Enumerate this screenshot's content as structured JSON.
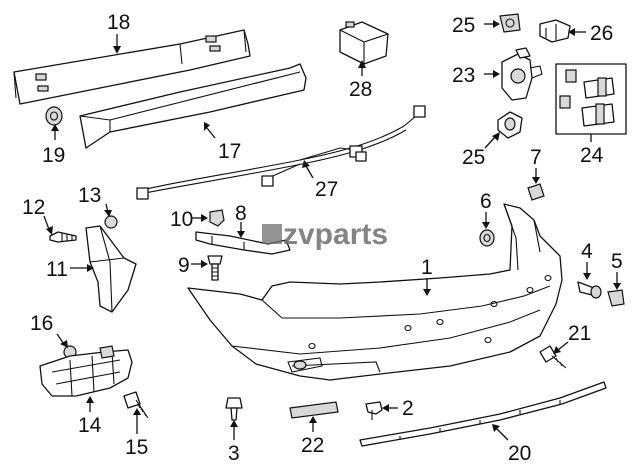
{
  "watermark": "zvparts",
  "callouts": [
    {
      "id": "1",
      "label": "1"
    },
    {
      "id": "2",
      "label": "2"
    },
    {
      "id": "3",
      "label": "3"
    },
    {
      "id": "4",
      "label": "4"
    },
    {
      "id": "5",
      "label": "5"
    },
    {
      "id": "6",
      "label": "6"
    },
    {
      "id": "7",
      "label": "7"
    },
    {
      "id": "8",
      "label": "8"
    },
    {
      "id": "9",
      "label": "9"
    },
    {
      "id": "10",
      "label": "10"
    },
    {
      "id": "11",
      "label": "11"
    },
    {
      "id": "12",
      "label": "12"
    },
    {
      "id": "13",
      "label": "13"
    },
    {
      "id": "14",
      "label": "14"
    },
    {
      "id": "15",
      "label": "15"
    },
    {
      "id": "16",
      "label": "16"
    },
    {
      "id": "17",
      "label": "17"
    },
    {
      "id": "18",
      "label": "18"
    },
    {
      "id": "19",
      "label": "19"
    },
    {
      "id": "20",
      "label": "20"
    },
    {
      "id": "21",
      "label": "21"
    },
    {
      "id": "22",
      "label": "22"
    },
    {
      "id": "23",
      "label": "23"
    },
    {
      "id": "24",
      "label": "24"
    },
    {
      "id": "25a",
      "label": "25"
    },
    {
      "id": "25b",
      "label": "25"
    },
    {
      "id": "26",
      "label": "26"
    },
    {
      "id": "27",
      "label": "27"
    },
    {
      "id": "28",
      "label": "28"
    }
  ]
}
